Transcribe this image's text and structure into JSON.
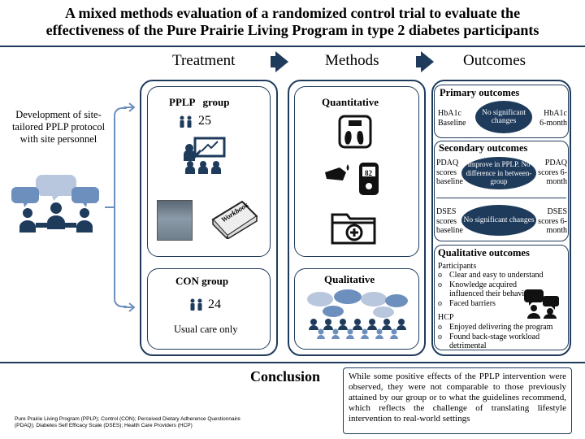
{
  "title": {
    "line1": "A mixed methods evaluation of a randomized control trial to evaluate the",
    "line2": "effectiveness of the Pure Prairie Living Program in type 2 diabetes participants"
  },
  "columns": {
    "treatment": "Treatment",
    "methods": "Methods",
    "outcomes": "Outcomes"
  },
  "left": {
    "development_text": "Development of site-tailored PPLP protocol with site personnel"
  },
  "treatment": {
    "pplp_title": "PPLP   group",
    "pplp_count": "25",
    "workbook_label": "Workbook",
    "con_title": "CON  group",
    "con_count": "24",
    "con_desc": "Usual care only"
  },
  "methods": {
    "quantitative": "Quantitative",
    "qualitative": "Qualitative",
    "meter_reading": "82"
  },
  "outcomes": {
    "primary_title": "Primary outcomes",
    "primary_left": "HbA1c Baseline",
    "primary_oval": "No significant changes",
    "primary_right": "HbA1c 6-month",
    "secondary_title": "Secondary outcomes",
    "pdaq_left": "PDAQ scores baseline",
    "pdaq_oval": "Improve in PPLP. No difference in between-group",
    "pdaq_right": "PDAQ scores 6-month",
    "dses_left": "DSES scores baseline",
    "dses_oval": "No significant changes",
    "dses_right": "DSES scores 6-month",
    "qual_title": "Qualitative outcomes",
    "participants_label": "Participants",
    "participants_items": [
      "Clear and easy to understand",
      "Knowledge acquired influenced their behaviour",
      "Faced barriers"
    ],
    "hcp_label": "HCP",
    "hcp_items": [
      "Enjoyed delivering the program",
      "Found back-stage workload detrimental"
    ]
  },
  "conclusion": {
    "label": "Conclusion",
    "text": "While some positive effects of the PPLP intervention were observed, they were not comparable to those previously attained by our group or to what the guidelines recommend, which reflects the challenge of translating lifestyle intervention to real-world settings"
  },
  "footnote": "Pure Prairie Living Program (PPLP); Control (CON); Perceived Dietary Adherence Questionnaire (PDAQ); Diabetes Self Efficacy Scale (DSES); Health Care Providers (HCP)",
  "colors": {
    "navy": "#1f3b5c",
    "light_blue": "#6d8fbd",
    "bubble": "#b8c7dd"
  }
}
